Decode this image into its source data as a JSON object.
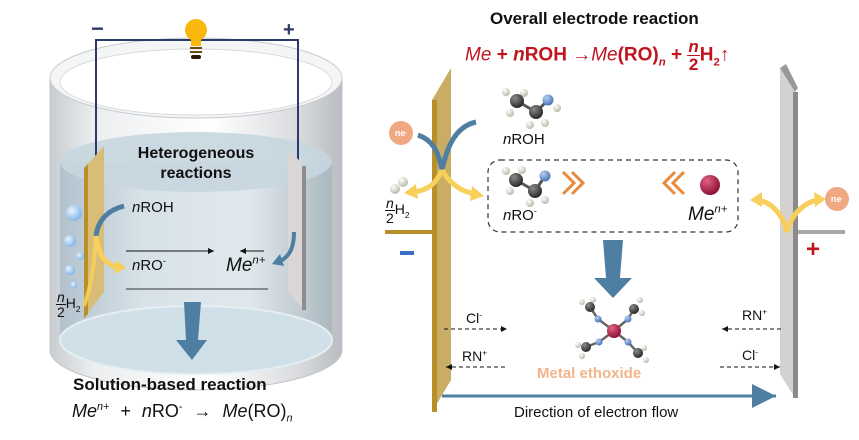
{
  "left_panel": {
    "terminal_negative": "−",
    "terminal_positive": "+",
    "heterogeneous_title_line1": "Heterogeneous",
    "heterogeneous_title_line2": "reactions",
    "reactant": {
      "n": "n",
      "species": "ROH"
    },
    "alkoxide": {
      "n": "n",
      "species": "RO",
      "charge": "-"
    },
    "metal_ion": {
      "species": "Me",
      "charge": "n+"
    },
    "hydrogen": {
      "num": "n",
      "den": "2",
      "species": "H",
      "sub": "2"
    },
    "solution_title": "Solution-based reaction",
    "solution_equation": {
      "term1": "Me",
      "term1_sup": "n+",
      "plus": "+",
      "term2_n": "n",
      "term2": "RO",
      "term2_sup": "-",
      "arrow": "→",
      "product": "Me",
      "product_group": "(RO)",
      "product_sub": "n"
    }
  },
  "right_panel": {
    "title": "Overall electrode reaction",
    "equation": {
      "reactant1": "Me",
      "plus1": "+",
      "n": "n",
      "reactant2": "ROH",
      "arrow": "→",
      "product1": "Me",
      "product1_group": "(RO)",
      "product1_sub": "n",
      "plus2": "+",
      "frac_num": "n",
      "frac_den": "2",
      "product2": "H",
      "product2_sub": "2",
      "gas": "↑"
    },
    "electron_left": {
      "label": "ne",
      "sup": "-"
    },
    "electron_right": {
      "label": "ne",
      "sup": "-"
    },
    "reactant": {
      "n": "n",
      "species": "ROH"
    },
    "hydrogen": {
      "num": "n",
      "den": "2",
      "species": "H",
      "sub": "2"
    },
    "alkoxide": {
      "n": "n",
      "species": "RO",
      "charge": "-"
    },
    "metal_ion": {
      "species": "Me",
      "charge": "n+"
    },
    "negative_sign": "−",
    "positive_sign": "+",
    "ions_left": [
      {
        "species": "Cl",
        "sup": "-"
      },
      {
        "species": "RN",
        "sup": "+"
      }
    ],
    "ions_right": [
      {
        "species": "RN",
        "sup": "+"
      },
      {
        "species": "Cl",
        "sup": "-"
      }
    ],
    "product_label": "Metal ethoxide",
    "flow_label": "Direction of electron flow"
  },
  "colors": {
    "equation_red": "#c0151f",
    "wire_navy": "#2b3a67",
    "anode_gold": "#b8902a",
    "anode_face": "#d8bd76",
    "cathode_gray": "#c9c7c7",
    "arrow_blue": "#4e7fa3",
    "yellow_arrow": "#f7cf5a",
    "orange_chevron": "#e98a3a",
    "electron_orange": "#f0a882",
    "product_orange": "#f2b48a",
    "metal_crimson": "#b3224a",
    "minus_blue": "#3b6fc4"
  }
}
